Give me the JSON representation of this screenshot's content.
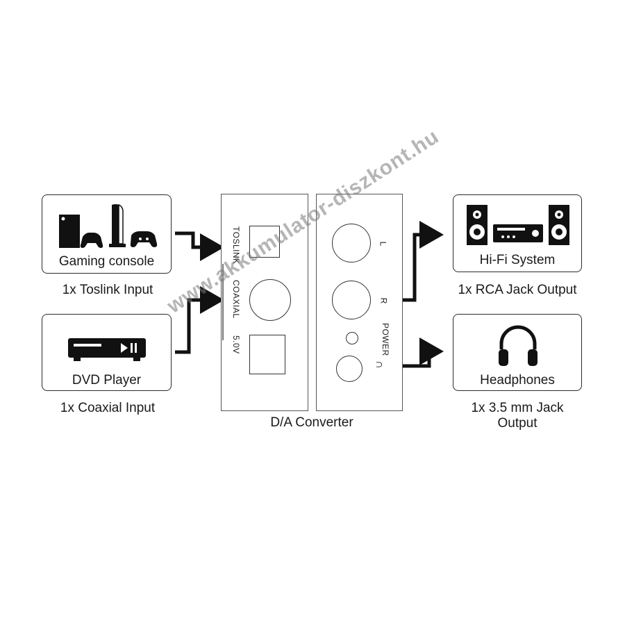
{
  "inputs": {
    "gaming": {
      "label": "Gaming console",
      "caption": "1x Toslink Input"
    },
    "dvd": {
      "label": "DVD Player",
      "caption": "1x Coaxial Input"
    }
  },
  "converter": {
    "caption": "D/A Converter",
    "front_labels": {
      "toslink": "TOSLINK",
      "coaxial": "COAXIAL",
      "voltage": "5.0V"
    },
    "back_labels": {
      "left": "L",
      "right": "R",
      "power": "POWER"
    }
  },
  "outputs": {
    "hifi": {
      "label": "Hi-Fi System",
      "caption": "1x RCA Jack Output"
    },
    "headphones": {
      "label": "Headphones",
      "caption_line1": "1x 3.5 mm Jack",
      "caption_line2": "Output"
    }
  },
  "watermark": "www.akkumulator-diszkont.hu",
  "colors": {
    "line": "#111111",
    "border": "#2a2a2a",
    "watermark": "#8a8a8a"
  }
}
